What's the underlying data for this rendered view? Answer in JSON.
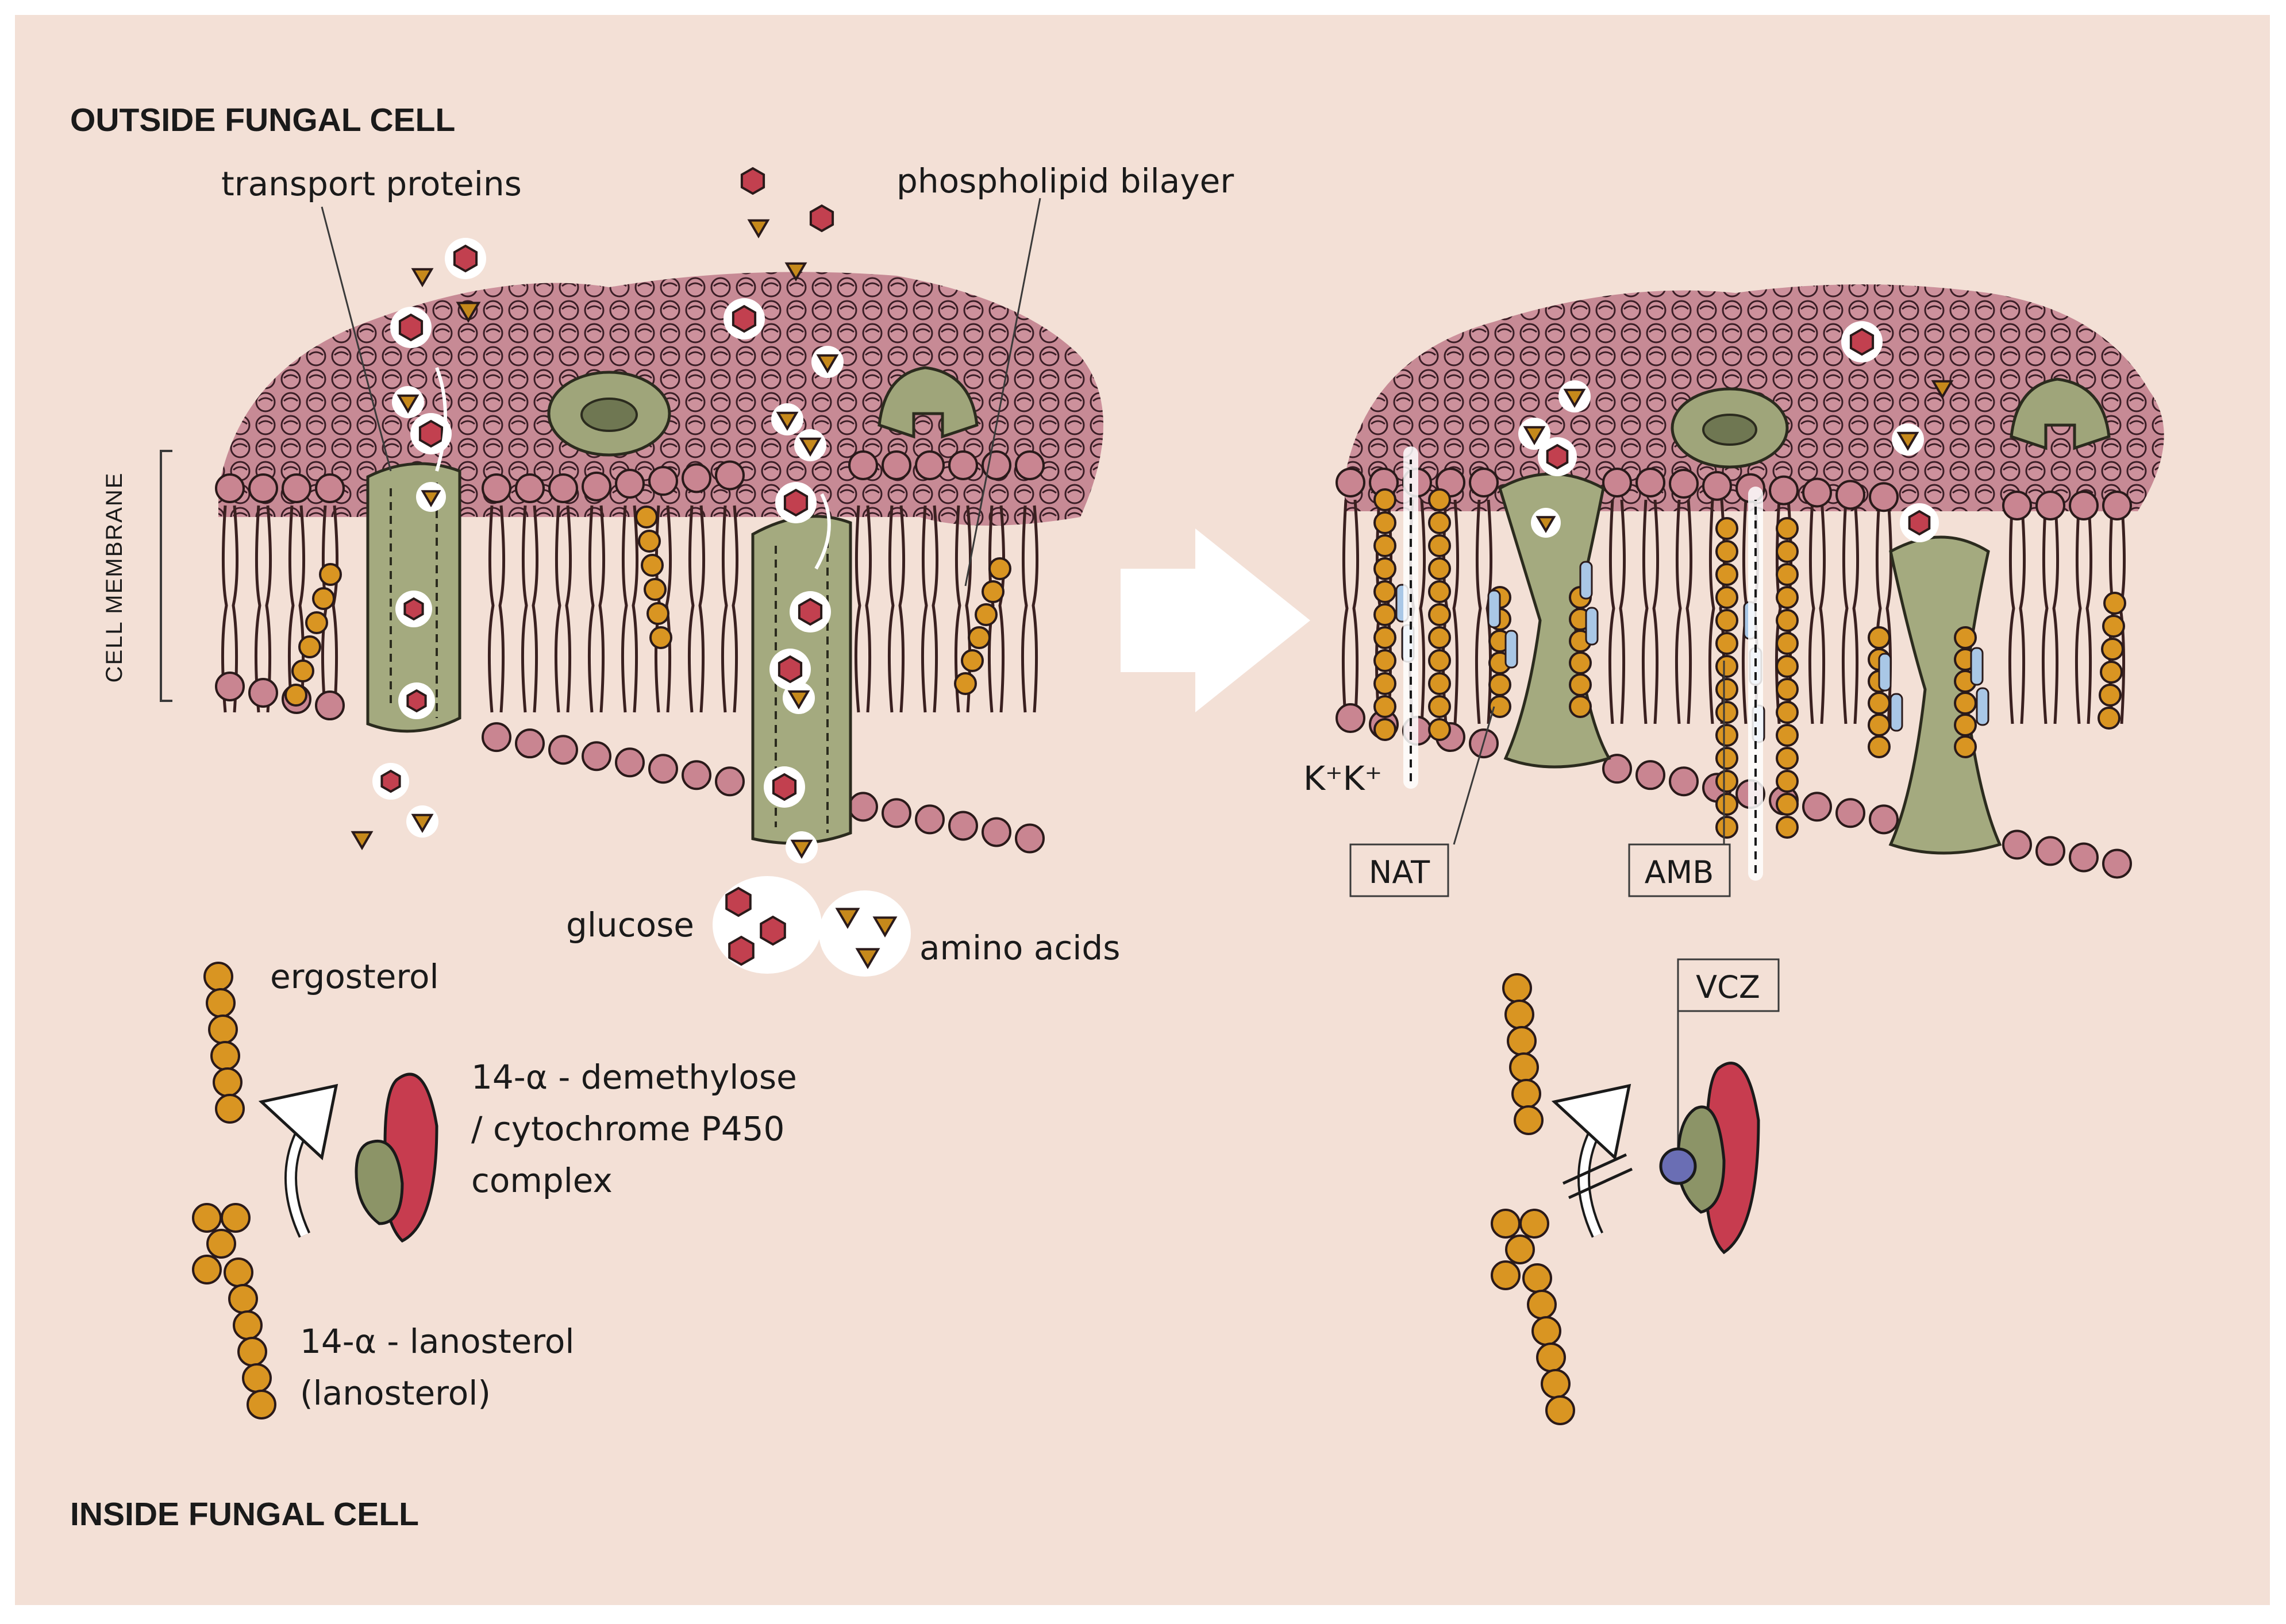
{
  "headings": {
    "outside": "OUTSIDE FUNGAL CELL",
    "inside": "INSIDE FUNGAL CELL",
    "membrane": "CELL MEMBRANE"
  },
  "labels": {
    "transport_proteins": "transport proteins",
    "phospholipid_bilayer": "phospholipid bilayer",
    "glucose": "glucose",
    "amino_acids": "amino acids",
    "ergosterol": "ergosterol",
    "enzyme_line1": "14-α - demethylose",
    "enzyme_line2": "/ cytochrome P450",
    "enzyme_line3": "complex",
    "lanosterol_line1": "14-α - lanosterol",
    "lanosterol_line2": "(lanosterol)",
    "potassium": "K⁺K⁺"
  },
  "drugs": {
    "nat": "NAT",
    "amb": "AMB",
    "vcz": "VCZ"
  },
  "colors": {
    "background": "#f3e0d6",
    "lipid_head": "#c98591",
    "membrane_top": "#c88a95",
    "lipid_tail": "#3a2020",
    "protein": "#9fa57a",
    "protein_dark": "#6f7752",
    "ergosterol": "#d99522",
    "glucose": "#c2404f",
    "amino_acid": "#c6891b",
    "drug_blue": "#a9c7e6",
    "vcz_dot": "#6a6eb4",
    "enzyme_red": "#c73c4f",
    "arrow": "#ffffff"
  }
}
